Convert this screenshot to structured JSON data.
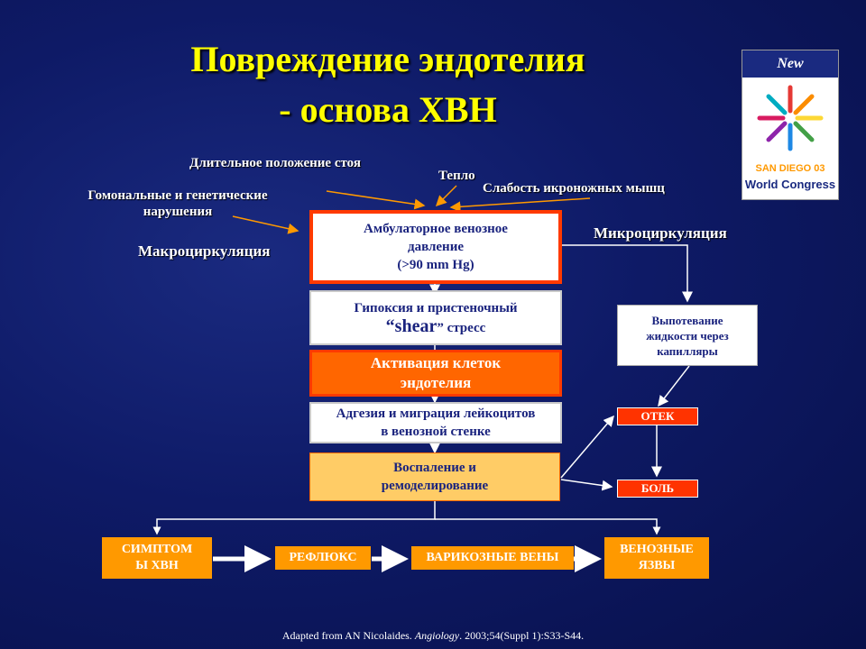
{
  "title": {
    "line1": "Повреждение эндотелия",
    "line2": "- основа ХВН"
  },
  "factors": {
    "standing": "Длительное положение стоя",
    "heat": "Тепло",
    "calf_weakness": "Слабость икроножных мышц",
    "hormonal_line1": "Гомональные и генетические",
    "hormonal_line2": "нарушения"
  },
  "labels": {
    "macro": "Макроциркуляция",
    "micro": "Микроциркуляция"
  },
  "boxes": {
    "ambulatory": [
      "Амбулаторное венозное",
      "давление",
      "(>90 mm Hg)"
    ],
    "hypoxia_line1": "Гипоксия и пристеночный",
    "hypoxia_shear": "“shear",
    "hypoxia_rest": "” стресс",
    "activation": [
      "Активация клеток",
      "эндотелия"
    ],
    "adhesion": [
      "Адгезия и миграция лейкоцитов",
      "в венозной стенке"
    ],
    "inflammation": [
      "Воспаление и",
      "ремоделирование"
    ],
    "extravasation": [
      "Выпотевание",
      "жидкости через",
      "капилляры"
    ],
    "edema": "ОТЕК",
    "pain": "БОЛЬ",
    "symptoms": [
      "СИМПТОМ",
      "Ы ХВН"
    ],
    "reflux": "РЕФЛЮКС",
    "varicose": "ВАРИКОЗНЫЕ ВЕНЫ",
    "ulcers": [
      "ВЕНОЗНЫЕ",
      "ЯЗВЫ"
    ]
  },
  "logo": {
    "badge": "New",
    "city": "SAN DIEGO 03",
    "congress_line1": "World",
    "congress_line2": "Congress"
  },
  "footer": {
    "prefix": "Adapted from AN Nicolaides. ",
    "journal": "Angiology",
    "suffix": ". 2003;54(Suppl 1):S33-S44."
  },
  "colors": {
    "title": "#ffff00",
    "arrow_orange": "#ff9900",
    "arrow_white": "#ffffff",
    "box_red_border": "#ff3a00",
    "box_orange": "#ff6600",
    "box_peach": "#ffcc66"
  }
}
